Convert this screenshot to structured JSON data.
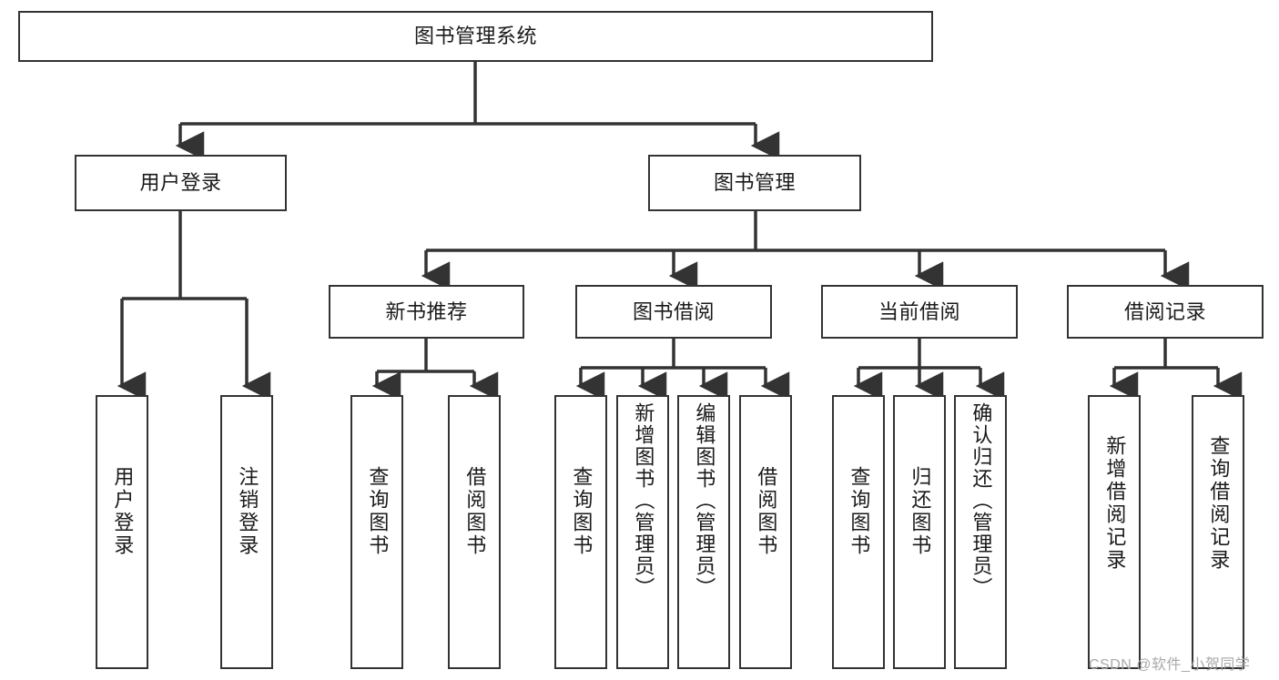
{
  "diagram": {
    "type": "tree",
    "title": "图书管理系统",
    "root": {
      "id": "root",
      "label": "图书管理系统"
    },
    "level2": [
      {
        "id": "user-login",
        "label": "用户登录"
      },
      {
        "id": "book-management",
        "label": "图书管理"
      }
    ],
    "level3": [
      {
        "id": "new-book-recommend",
        "label": "新书推荐",
        "parent": "book-management"
      },
      {
        "id": "book-borrow",
        "label": "图书借阅",
        "parent": "book-management"
      },
      {
        "id": "current-borrow",
        "label": "当前借阅",
        "parent": "book-management"
      },
      {
        "id": "borrow-record",
        "label": "借阅记录",
        "parent": "book-management"
      }
    ],
    "leaves": [
      {
        "id": "leaf-user-login",
        "label": "用户登录",
        "parent": "user-login"
      },
      {
        "id": "leaf-logout",
        "label": "注销登录",
        "parent": "user-login"
      },
      {
        "id": "leaf-query-book-1",
        "label": "查询图书",
        "parent": "new-book-recommend"
      },
      {
        "id": "leaf-borrow-book-1",
        "label": "借阅图书",
        "parent": "new-book-recommend"
      },
      {
        "id": "leaf-query-book-2",
        "label": "查询图书",
        "parent": "book-borrow"
      },
      {
        "id": "leaf-add-book",
        "label": "新增图书（管理员）",
        "parent": "book-borrow"
      },
      {
        "id": "leaf-edit-book",
        "label": "编辑图书（管理员）",
        "parent": "book-borrow"
      },
      {
        "id": "leaf-borrow-book-2",
        "label": "借阅图书",
        "parent": "book-borrow"
      },
      {
        "id": "leaf-query-book-3",
        "label": "查询图书",
        "parent": "current-borrow"
      },
      {
        "id": "leaf-return-book",
        "label": "归还图书",
        "parent": "current-borrow"
      },
      {
        "id": "leaf-confirm-return",
        "label": "确认归还（管理员）",
        "parent": "current-borrow"
      },
      {
        "id": "leaf-add-record",
        "label": "新增借阅记录",
        "parent": "borrow-record"
      },
      {
        "id": "leaf-query-record",
        "label": "查询借阅记录",
        "parent": "borrow-record"
      }
    ],
    "colors": {
      "box_border": "#333333",
      "box_fill": "#ffffff",
      "connector": "#333333",
      "text": "#1a1a1a",
      "background": "#ffffff",
      "watermark": "#a9a9a9"
    }
  },
  "watermark": {
    "text": "CSDN @软件_小贺同学"
  }
}
